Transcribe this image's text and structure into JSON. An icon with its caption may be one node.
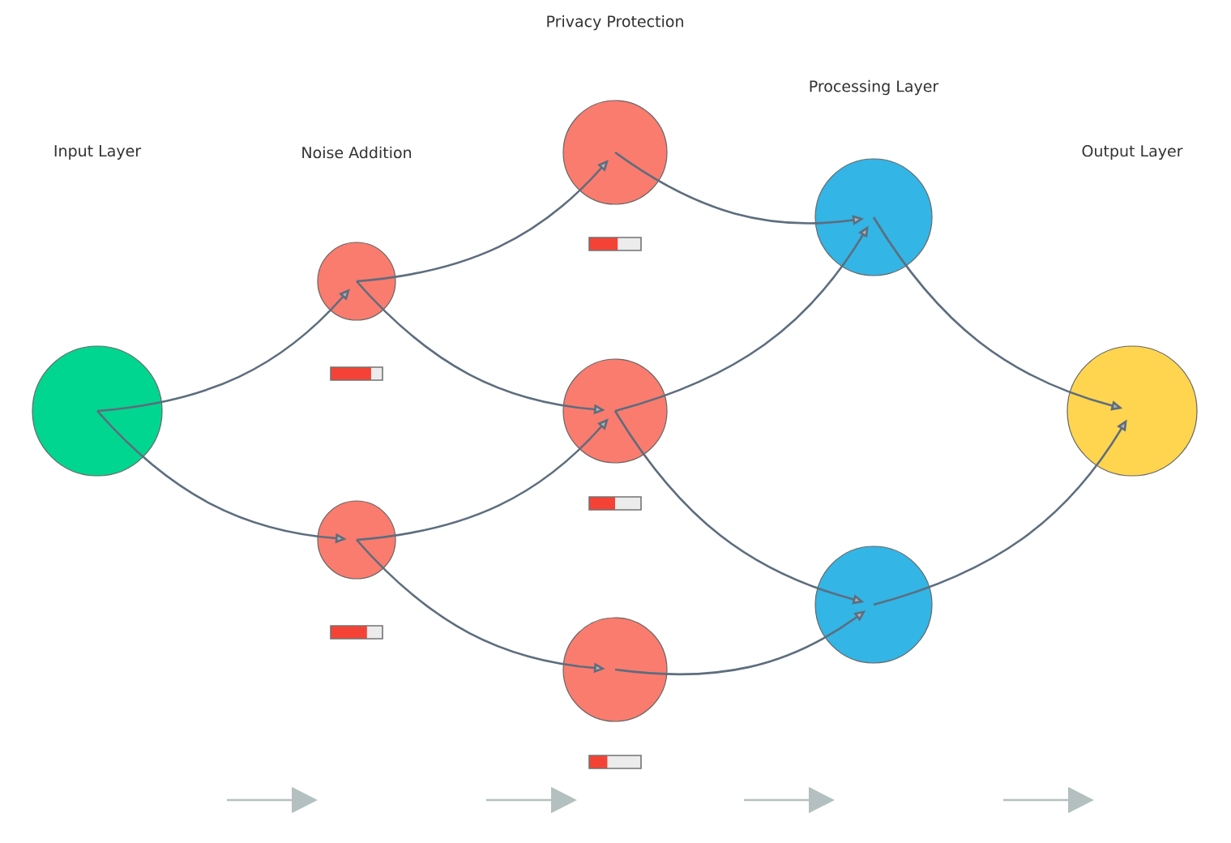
{
  "diagram": {
    "nodes": [
      {
        "text": [],
        "shape": "circle"
      },
      {
        "text": [],
        "shape": "circle"
      },
      {
        "text": [],
        "shape": "circle"
      },
      {
        "text": [],
        "shape": "circle"
      },
      {
        "text": [],
        "shape": "circle"
      },
      {
        "text": [],
        "shape": "circle"
      },
      {
        "text": [],
        "shape": "circle"
      },
      {
        "text": [],
        "shape": "circle"
      },
      {
        "text": [],
        "shape": "circle"
      }
    ],
    "edges": [
      {
        "from": 0,
        "to": 1,
        "arrow": "to"
      },
      {
        "from": 0,
        "to": 2,
        "arrow": "to"
      },
      {
        "from": 1,
        "to": 3,
        "arrow": "to"
      },
      {
        "from": 1,
        "to": 4,
        "arrow": "to"
      },
      {
        "from": 2,
        "to": 4,
        "arrow": "to"
      },
      {
        "from": 2,
        "to": 5,
        "arrow": "to"
      },
      {
        "from": 3,
        "to": 6,
        "arrow": "to"
      },
      {
        "from": 4,
        "to": 6,
        "arrow": "to"
      },
      {
        "from": 4,
        "to": 7,
        "arrow": "to"
      },
      {
        "from": 5,
        "to": 7,
        "arrow": "to"
      },
      {
        "from": 6,
        "to": 8,
        "arrow": "to"
      },
      {
        "from": 7,
        "to": 8,
        "arrow": "to"
      }
    ],
    "labels": [
      "Privacy Protection",
      "Processing Layer",
      "Input Layer",
      "Noise Addition",
      "Output Layer"
    ]
  }
}
